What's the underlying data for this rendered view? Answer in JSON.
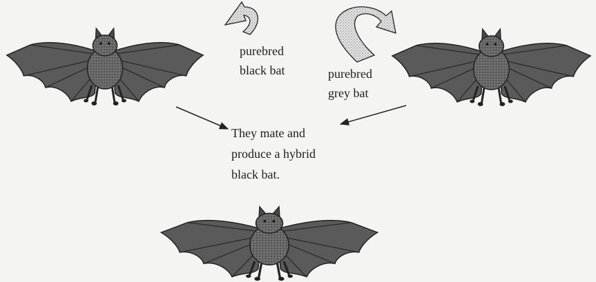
{
  "labels": {
    "black": {
      "line1": "purebred",
      "line2": "black bat"
    },
    "grey": {
      "line1": "purebred",
      "line2": "grey bat"
    }
  },
  "caption": {
    "line1": "They mate and",
    "line2": "produce a hybrid",
    "line3": "black bat."
  },
  "icons": {
    "left_parent": "bat-icon",
    "right_parent": "bat-icon",
    "offspring": "bat-icon",
    "curved_arrow_left": "curved-arrow-icon",
    "curved_arrow_right": "curved-arrow-icon"
  },
  "colors": {
    "background": "#f4f4f2",
    "bat_fill": "#5a5a5a",
    "outline": "#222222",
    "text": "#1e1e1e"
  }
}
